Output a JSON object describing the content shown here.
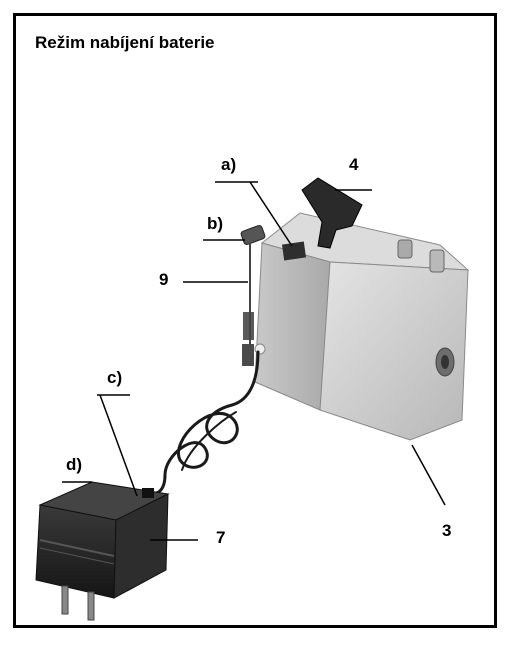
{
  "figure": {
    "title": "Režim nabíjení baterie",
    "callouts": {
      "a": "a)",
      "b": "b)",
      "c": "c)",
      "d": "d)",
      "n4": "4",
      "n9": "9",
      "n3": "3",
      "n7": "7"
    }
  },
  "colors": {
    "border": "#000000",
    "device_body": "#cfcfcf",
    "device_shadow": "#9a9a9a",
    "adapter": "#2b2b2b",
    "cable": "#1a1a1a"
  }
}
